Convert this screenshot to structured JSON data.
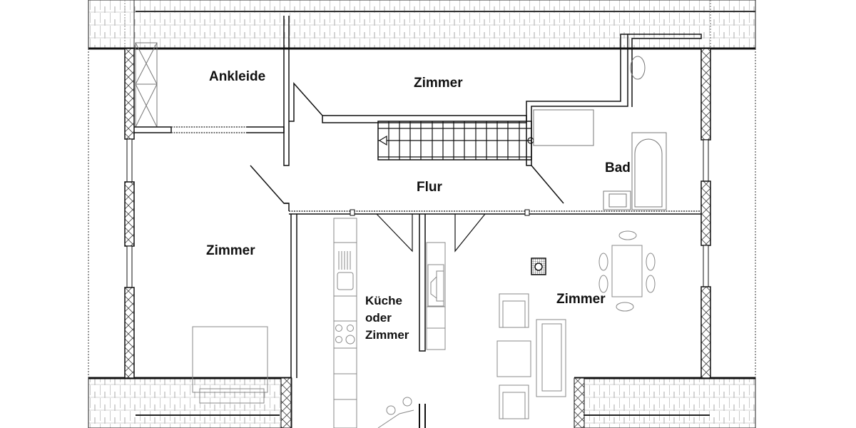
{
  "plan": {
    "type": "floor-plan",
    "colors": {
      "wall": "#111111",
      "furniture": "#777777",
      "roof": "#888888",
      "background": "#ffffff"
    },
    "rooms": [
      {
        "id": "ankleide",
        "label": "Ankleide"
      },
      {
        "id": "zimmer-top",
        "label": "Zimmer"
      },
      {
        "id": "bad",
        "label": "Bad"
      },
      {
        "id": "flur",
        "label": "Flur"
      },
      {
        "id": "zimmer-left",
        "label": "Zimmer"
      },
      {
        "id": "zimmer-living",
        "label": "Zimmer"
      }
    ],
    "kitchen": {
      "line1": "Küche",
      "line2": "oder",
      "line3": "Zimmer"
    }
  }
}
